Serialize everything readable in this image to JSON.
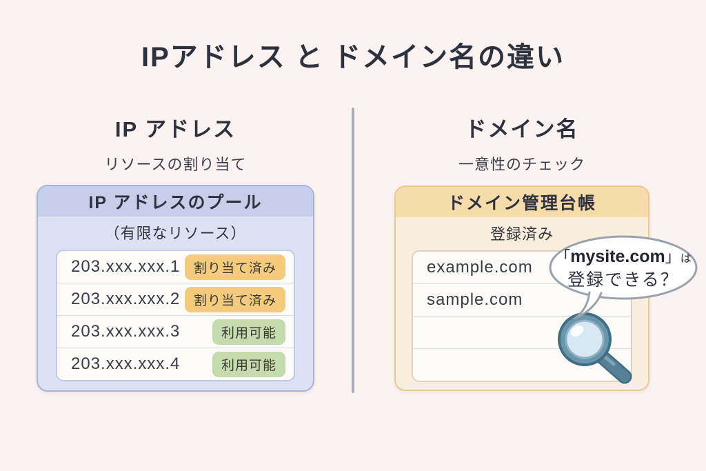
{
  "title": "IPアドレス と ドメイン名の違い",
  "left": {
    "heading": "IP アドレス",
    "subtitle": "リソースの割り当て",
    "panel_title": "IP アドレスのプール",
    "panel_subtitle": "（有限なリソース）",
    "rows": [
      {
        "ip": "203.xxx.xxx.1",
        "status": "割り当て済み",
        "state": "allocated"
      },
      {
        "ip": "203.xxx.xxx.2",
        "status": "割り当て済み",
        "state": "allocated"
      },
      {
        "ip": "203.xxx.xxx.3",
        "status": "利用可能",
        "state": "available"
      },
      {
        "ip": "203.xxx.xxx.4",
        "status": "利用可能",
        "state": "available"
      }
    ]
  },
  "right": {
    "heading": "ドメイン名",
    "subtitle": "一意性のチェック",
    "panel_title": "ドメイン管理台帳",
    "panel_subtitle": "登録済み",
    "rows": [
      "example.com",
      "sample.com",
      "",
      ""
    ],
    "bubble": {
      "open_bracket": "「",
      "domain": "mysite.com",
      "close_bracket": "」",
      "particle": "は",
      "line2": "登録できる？"
    }
  },
  "colors": {
    "background": "#faf3f1",
    "ip_panel_header": "#c7cee9",
    "ip_panel_body": "#dde2f3",
    "domain_panel_header": "#f7dcab",
    "domain_panel_body": "#f9eedd",
    "badge_allocated": "#f4cb7d",
    "badge_available": "#c6dbad",
    "magnifier_ring": "#688fa4",
    "divider": "#abaeba"
  }
}
